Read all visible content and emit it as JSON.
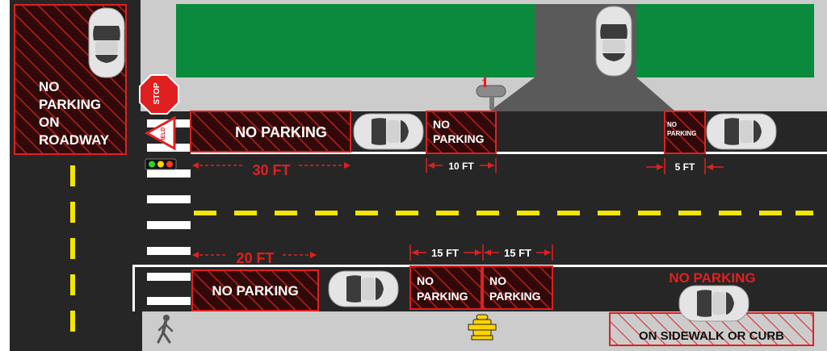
{
  "colors": {
    "asphalt": "#262626",
    "lawn": "#0a8a3c",
    "sidewalk": "#cccccc",
    "driveway": "#5a5a5a",
    "curb": "#ffffff",
    "center_line": "#f2e600",
    "zone_red": "#e02020",
    "zone_fill": "#300a0a",
    "car": "#e4e4e4",
    "hydrant": "#ffd400"
  },
  "zones": {
    "roadway_line1": "NO",
    "roadway_line2": "PARKING",
    "roadway_line3": "ON",
    "roadway_line4": "ROADWAY",
    "crosswalk_top": "NO PARKING",
    "driveway_line1": "NO",
    "driveway_line2": "PARKING",
    "small_line1": "NO",
    "small_line2": "PARKING",
    "crosswalk_bottom": "NO PARKING",
    "hydrant_left_line1": "NO",
    "hydrant_left_line2": "PARKING",
    "hydrant_right_line1": "NO",
    "hydrant_right_line2": "PARKING",
    "sidewalk_heading": "NO PARKING",
    "sidewalk_label": "ON SIDEWALK OR CURB"
  },
  "dimensions": {
    "traffic_signal": "30 FT",
    "driveway": "10 FT",
    "driveway_small": "5 FT",
    "stop_sign": "20 FT",
    "hydrant_left": "15 FT",
    "hydrant_right": "15 FT"
  },
  "signs": {
    "stop": "STOP",
    "yield": "YIELD",
    "mailbox_number": "1"
  }
}
